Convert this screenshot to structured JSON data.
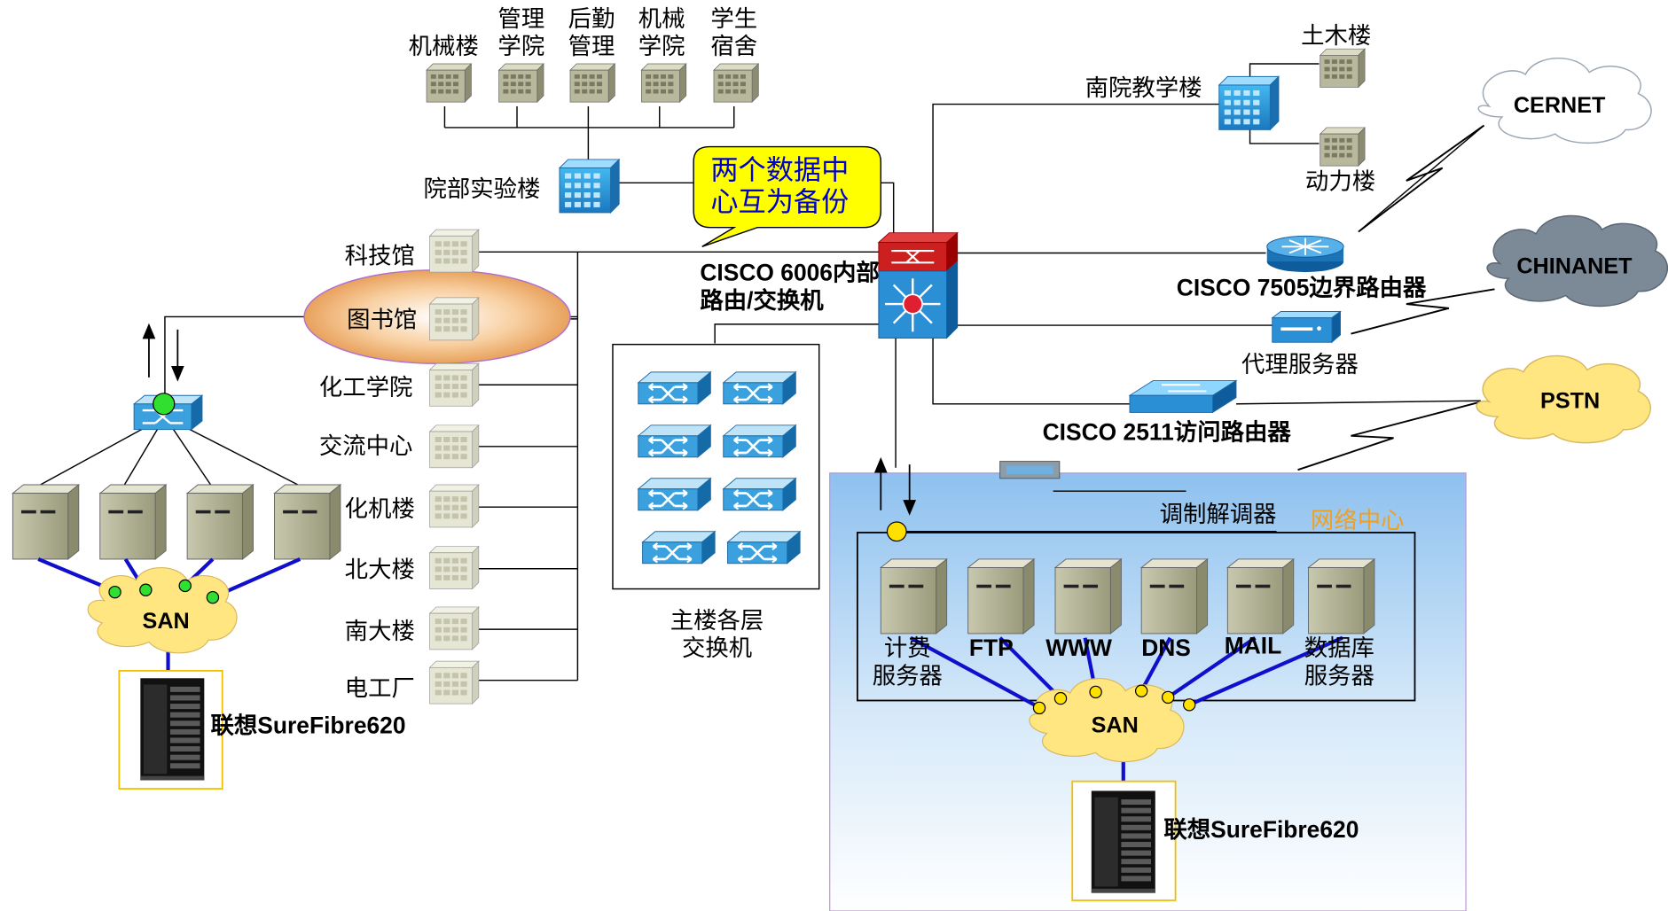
{
  "top_buildings": [
    "机械楼",
    "管理\n学院",
    "后勤\n管理",
    "机械\n学院",
    "学生\n宿舍"
  ],
  "lab_building": "院部实验楼",
  "callout": "两个数据中\n心互为备份",
  "left_buildings": [
    "科技馆",
    "图书馆",
    "化工学院",
    "交流中心",
    "化机楼",
    "北大楼",
    "南大楼",
    "电工厂"
  ],
  "core_switch": "CISCO 6006内部\n路由/交换机",
  "floor_switches": "主楼各层\n交换机",
  "south_building": "南院教学楼",
  "tumu": "土木楼",
  "dongli": "动力楼",
  "edge_router": "CISCO 7505边界路由器",
  "proxy": "代理服务器",
  "access_router": "CISCO 2511访问路由器",
  "modem": "调制解调器",
  "network_center": "网络中心",
  "clouds": {
    "cernet": "CERNET",
    "chinanet": "CHINANET",
    "pstn": "PSTN",
    "san": "SAN"
  },
  "left_storage": "联想SureFibre620",
  "center_storage": "联想SureFibre620",
  "center_servers": [
    "计费\n服务器",
    "FTP",
    "WWW",
    "DNS",
    "MAIL",
    "数据库\n服务器"
  ],
  "colors": {
    "network_center_label": "#f0a020",
    "san_lines": "#1010cc",
    "callout_fill": "#ffff00",
    "callout_text": "#0000cc"
  }
}
